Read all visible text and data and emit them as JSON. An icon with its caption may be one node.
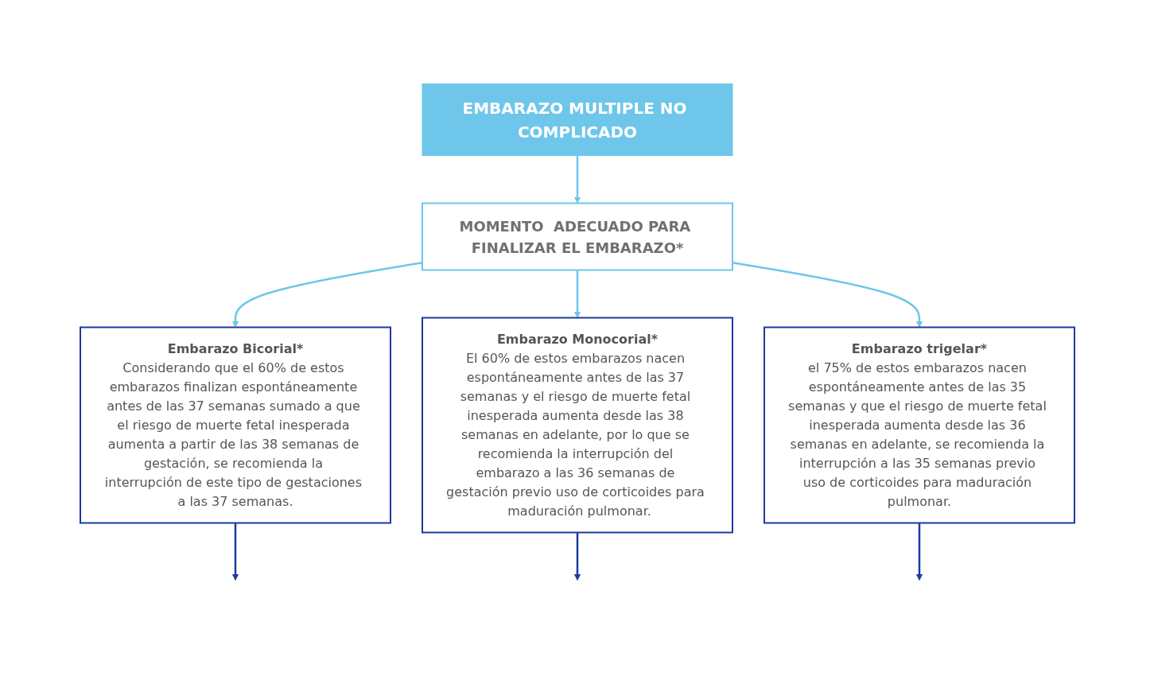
{
  "diagram": {
    "nodes": [
      {
        "text": [
          "EMBARAZO MULTIPLE NO COMPLICADO"
        ]
      },
      {
        "text": [
          "MOMENTO  ADECUADO PARA FINALIZAR EL EMBARAZO*"
        ]
      },
      {
        "text": [
          "Embarazo Bicorial*",
          "Considerando que el 60% de estos embarazos finalizan espontáneamente antes de las 37 semanas sumado a que el riesgo de muerte fetal inesperada aumenta a partir de las 38 semanas de gestación, se recomienda la interrupción de este tipo de gestaciones a las 37 semanas."
        ]
      },
      {
        "text": [
          "Embarazo Monocorial*",
          "El 60% de estos embarazos nacen espontáneamente antes de las 37 semanas y el riesgo de muerte fetal inesperada aumenta desde las 38 semanas en adelante, por lo que se recomienda la interrupción del embarazo a las 36 semanas de gestación previo uso de corticoides para  maduración pulmonar."
        ]
      },
      {
        "text": [
          "Embarazo trigelar*",
          "el 75% de estos embarazos nacen espontáneamente antes de las 35 semanas y que el riesgo de muerte fetal inesperada aumenta desde las 36 semanas en adelante, se recomienda la interrupción a las 35 semanas previo uso de corticoides para maduración pulmonar."
        ]
      }
    ],
    "edges": [
      {
        "from": 0,
        "to": 1,
        "arrow": "to"
      },
      {
        "from": 1,
        "to": 2,
        "arrow": "to"
      },
      {
        "from": 1,
        "to": 3,
        "arrow": "to"
      },
      {
        "from": 1,
        "to": 4,
        "arrow": "to"
      },
      {
        "from": 2,
        "to": null,
        "arrow": "to",
        "color": "#1a3aa0"
      },
      {
        "from": 3,
        "to": null,
        "arrow": "to",
        "color": "#1a3aa0"
      },
      {
        "from": 4,
        "to": null,
        "arrow": "to",
        "color": "#1a3aa0"
      }
    ]
  }
}
